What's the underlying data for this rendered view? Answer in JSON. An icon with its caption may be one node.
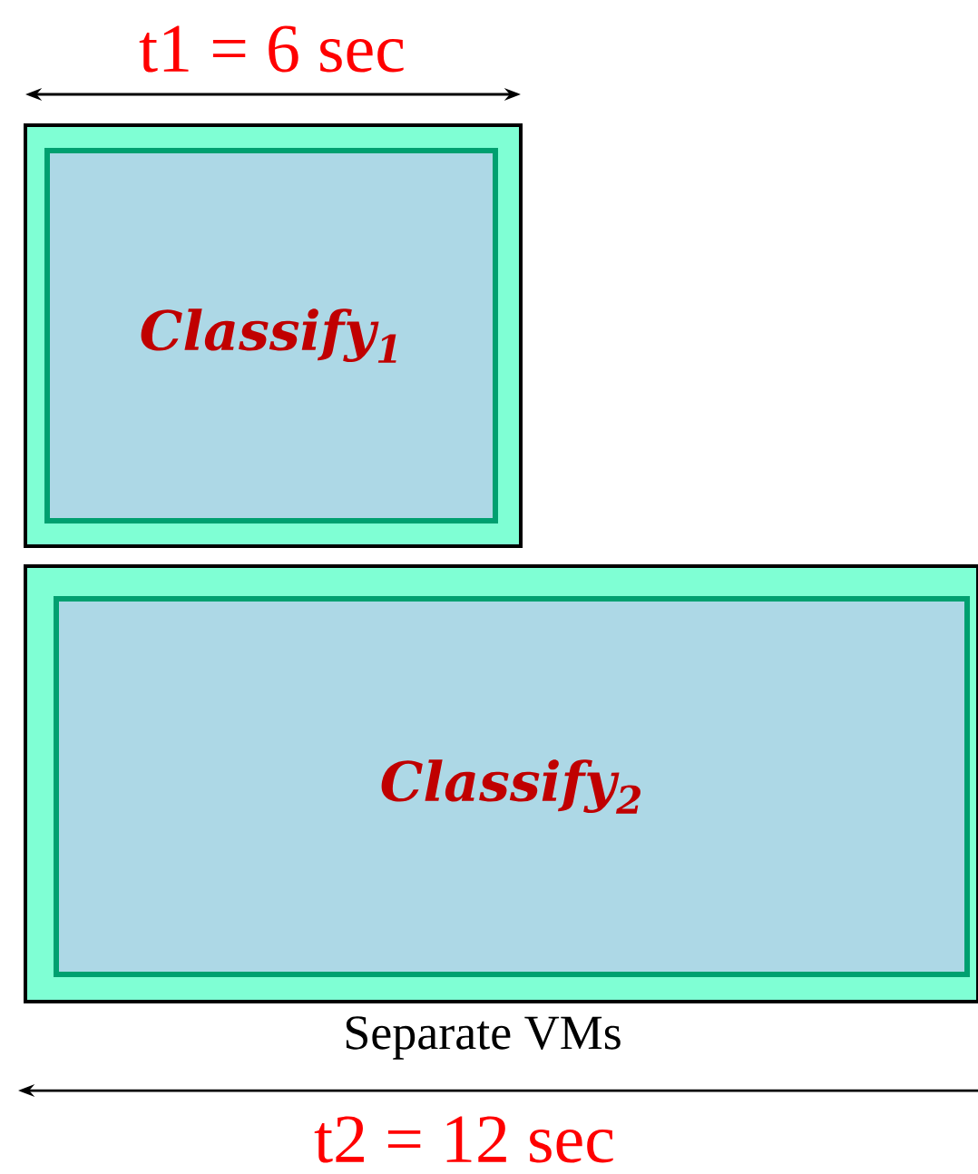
{
  "diagram": {
    "nodes": [
      {
        "text": [],
        "shape": "box"
      },
      {
        "text": [
          "Classify$_{1}$"
        ],
        "in": 0
      },
      {
        "text": [],
        "shape": "box"
      },
      {
        "text": [
          "Classify$_{2}$"
        ],
        "in": 2
      }
    ],
    "labels": [
      "t1 = 6 sec",
      "Separate VMs",
      "t2 = 12 sec"
    ]
  }
}
